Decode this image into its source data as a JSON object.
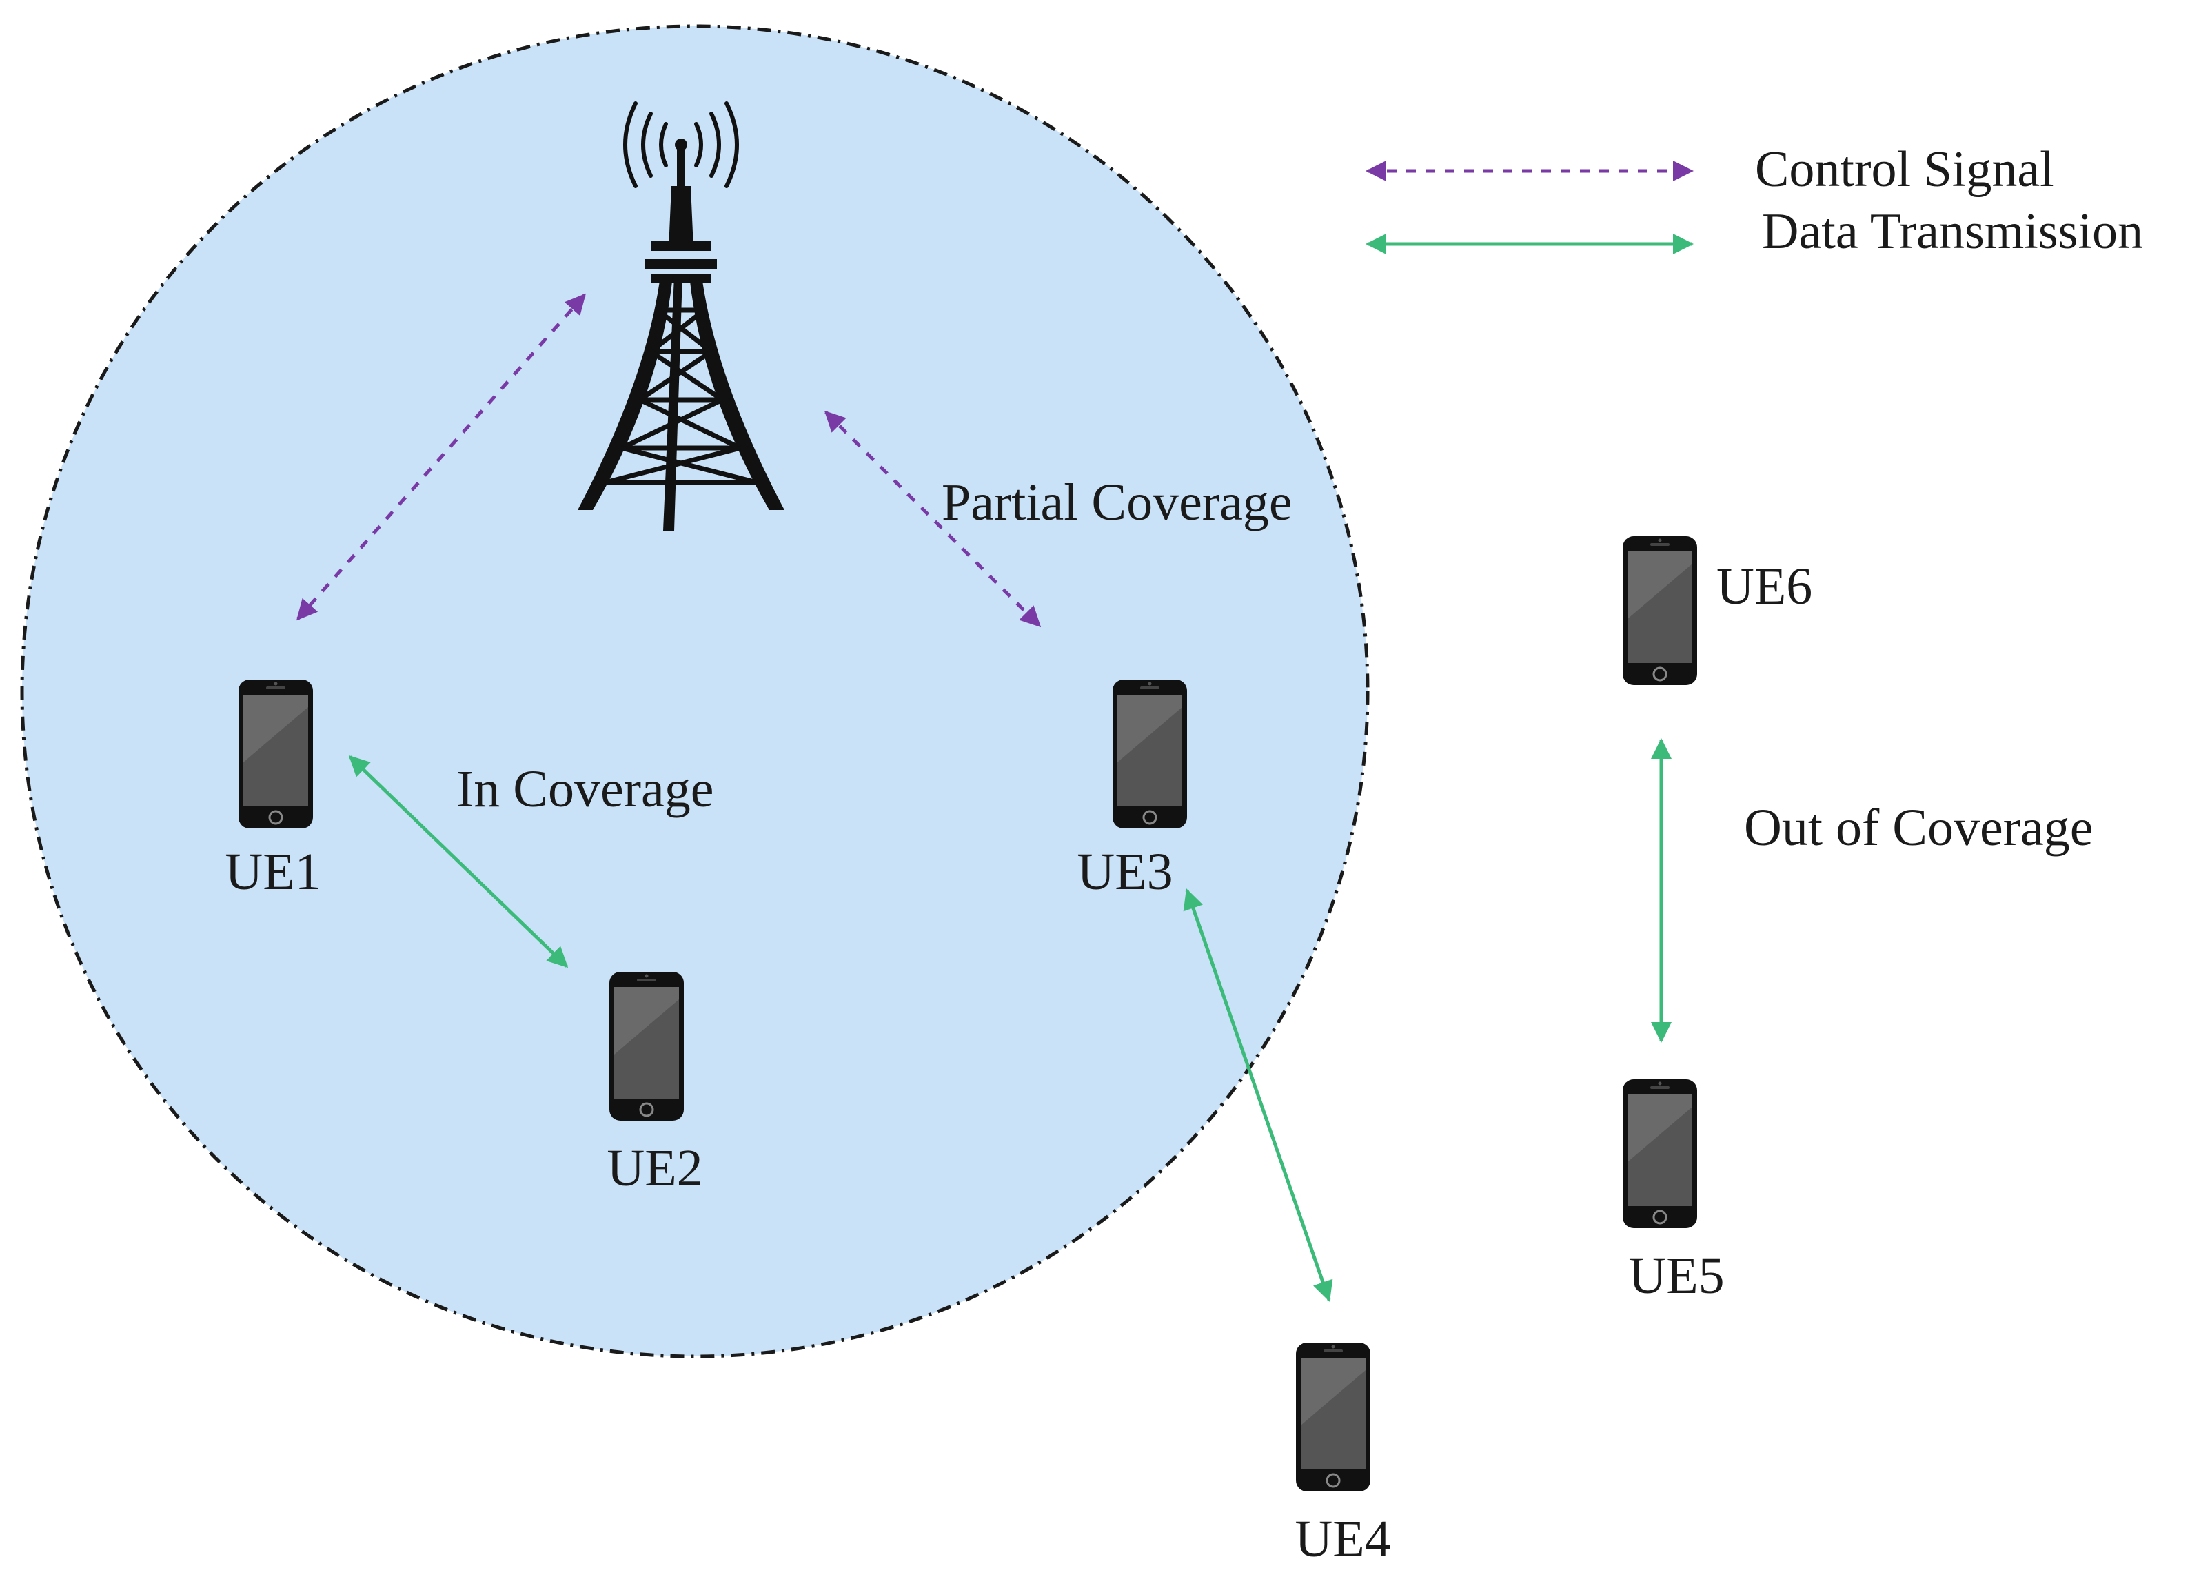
{
  "diagram": {
    "regions": {
      "in_coverage": "In Coverage",
      "partial_coverage": "Partial Coverage",
      "out_of_coverage": "Out of Coverage"
    },
    "legend": {
      "control_signal": "Control Signal",
      "data_transmission": "Data Transmission"
    },
    "devices": {
      "ue1": "UE1",
      "ue2": "UE2",
      "ue3": "UE3",
      "ue4": "UE4",
      "ue5": "UE5",
      "ue6": "UE6"
    },
    "colors": {
      "coverage_fill": "#c9e2f7",
      "coverage_border": "#1a1a1a",
      "control_signal": "#7a3aa6",
      "data_transmission": "#3cba7a",
      "tower": "#111111",
      "phone_body": "#111111",
      "phone_screen": "#555555"
    },
    "icons": {
      "base_station": "cell-tower-icon",
      "device": "smartphone-icon"
    }
  }
}
